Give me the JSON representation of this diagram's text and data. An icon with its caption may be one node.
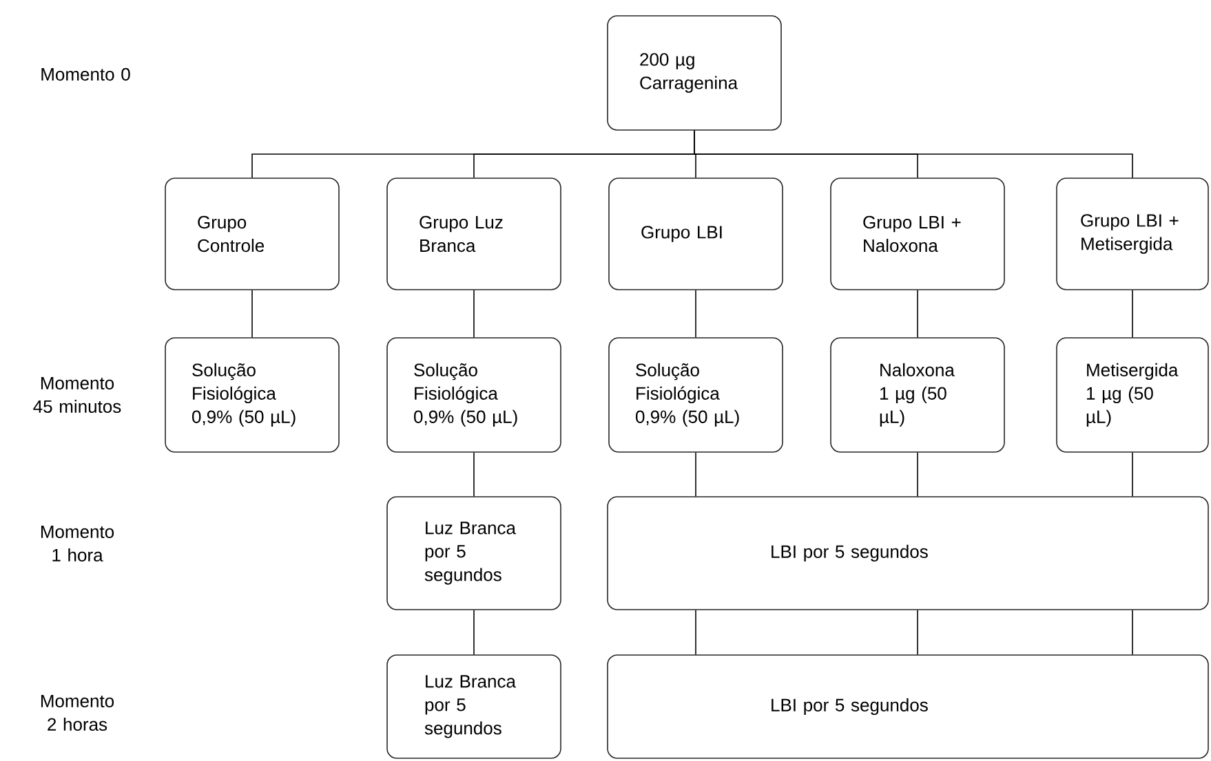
{
  "diagram": {
    "nodes": [
      {
        "text": [
          "200 µg Carragenina"
        ]
      },
      {
        "text": [
          "Grupo Controle"
        ]
      },
      {
        "text": [
          "Grupo Luz Branca"
        ]
      },
      {
        "text": [
          "Grupo LBI"
        ]
      },
      {
        "text": [
          "Grupo LBI + Naloxona"
        ]
      },
      {
        "text": [
          "Grupo LBI + Metisergida"
        ]
      },
      {
        "text": [
          "Solução Fisiológica 0,9% (50 µL)"
        ]
      },
      {
        "text": [
          "Solução Fisiológica 0,9% (50 µL)"
        ]
      },
      {
        "text": [
          "Solução Fisiológica 0,9% (50 µL)"
        ]
      },
      {
        "text": [
          "Naloxona 1 µg (50 µL)"
        ]
      },
      {
        "text": [
          "Metisergida 1 µg (50 µL)"
        ]
      },
      {
        "text": [
          "Luz Branca por 5 segundos"
        ]
      },
      {
        "text": [
          "LBI por 5 segundos"
        ]
      },
      {
        "text": [
          "Luz Branca por 5 segundos"
        ]
      },
      {
        "text": [
          "LBI por 5 segundos"
        ]
      }
    ],
    "edges": [
      {
        "from": 0,
        "to": 1,
        "arrow": "none"
      },
      {
        "from": 0,
        "to": 2,
        "arrow": "none"
      },
      {
        "from": 0,
        "to": 3,
        "arrow": "none"
      },
      {
        "from": 0,
        "to": 4,
        "arrow": "none"
      },
      {
        "from": 0,
        "to": 5,
        "arrow": "none"
      },
      {
        "from": 1,
        "to": 6,
        "arrow": "none"
      },
      {
        "from": 2,
        "to": 7,
        "arrow": "none"
      },
      {
        "from": 3,
        "to": 8,
        "arrow": "none"
      },
      {
        "from": 4,
        "to": 9,
        "arrow": "none"
      },
      {
        "from": 5,
        "to": 10,
        "arrow": "none"
      },
      {
        "from": 7,
        "to": 11,
        "arrow": "none"
      },
      {
        "from": 8,
        "to": 12,
        "arrow": "none"
      },
      {
        "from": 9,
        "to": 12,
        "arrow": "none"
      },
      {
        "from": 10,
        "to": 12,
        "arrow": "none"
      },
      {
        "from": 11,
        "to": 13,
        "arrow": "none"
      },
      {
        "from": 12,
        "to": 14,
        "arrow": "none"
      },
      {
        "from": 12,
        "to": 14,
        "arrow": "none"
      },
      {
        "from": 12,
        "to": 14,
        "arrow": "none"
      }
    ],
    "labels": [
      "Momento 0",
      "Momento 45 minutos",
      "Momento 1 hora",
      "Momento 2 horas"
    ]
  }
}
